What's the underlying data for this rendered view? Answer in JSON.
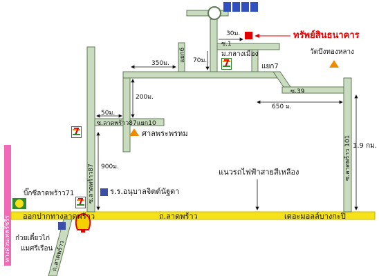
{
  "target": {
    "name": "ทรัพย์สินธนาคาร",
    "color": "#e10000"
  },
  "roads": {
    "main_west": "ออกปากทางลาดพร้าว",
    "main_mid": "ถ.ลาดพร้าว",
    "main_east": "เดอะมอลล์บางกะปิ",
    "soi1": "ซ.1",
    "soi39": "ซ.39",
    "soi87": "ซ.ลาดพร้าว87",
    "soi87_10": "ซ.ลาดพร้าว87แยก10",
    "soi101": "ซ.ลาดพร้าว 101",
    "yaek6": "แยก6",
    "yaek7": "แยก7",
    "expressway": "ทางด่วนเทพรัชรีร",
    "side_road": "ถ.ลาดพร้าว"
  },
  "distances": {
    "d30": "30ม.",
    "d70": "70ม.",
    "d350": "350ม.",
    "d200": "200ม.",
    "d650": "650 ม.",
    "d50": "50ม.",
    "d900": "900ม.",
    "d19km": "1.9 กม."
  },
  "places": {
    "village": "ม.กลางเมือง",
    "temple_east": "วัดบึงทองหลาง",
    "shrine": "ศาลพระพรหม",
    "school": "ร.ร.อนุบาลจิตต์นัฐดา",
    "bigc": "บิ๊กซีลาดพร้าว71",
    "noodle_line1": "ก๋วยเตี๋ยวไก่",
    "noodle_line2": "แมศรีเรือน",
    "powerline": "แนวรถไฟฟ้าสายสีเหลือง",
    "bigc_logo": "Big C"
  },
  "colors": {
    "road": "#c9dcc0",
    "road_edge": "#5d7a54",
    "main_road": "#f5e21a",
    "expressway": "#f06ab8",
    "target": "#e10000",
    "temple": "#f28a00",
    "school": "#3b4fa8",
    "solar": "#3050c0"
  },
  "icons": {
    "seven_eleven": "seven-eleven-icon",
    "temple": "triangle-icon",
    "school": "square-icon",
    "shell": "shell-icon",
    "roundabout": "circle-icon"
  }
}
